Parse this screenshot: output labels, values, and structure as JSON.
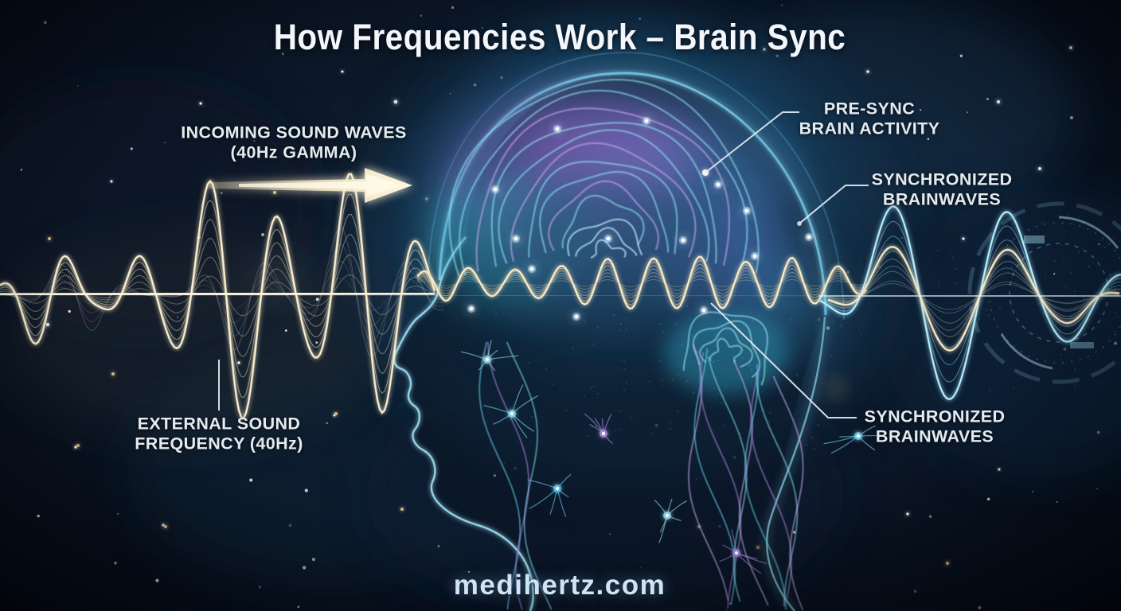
{
  "page": {
    "title": "How Frequencies Work – Brain Sync",
    "watermark": "medihertz.com"
  },
  "labels": {
    "incoming_sound_waves": {
      "line1": "INCOMING SOUND WAVES",
      "line2": "(40Hz GAMMA)"
    },
    "pre_sync_brain_activity": {
      "line1": "PRE-SYNC",
      "line2": "BRAIN ACTIVITY"
    },
    "synchronized_brainwaves_top": {
      "line1": "SYNCHRONIZED",
      "line2": "BRAINWAVES"
    },
    "synchronized_brainwaves_bottom": {
      "line1": "SYNCHRONIZED",
      "line2": "BRAINWAVES"
    },
    "external_sound_frequency": {
      "line1": "EXTERNAL SOUND",
      "line2": "FREQUENCY (40Hz)"
    }
  },
  "icons": {
    "arrow": "arrow-right-icon",
    "hud": "hud-circle"
  },
  "colors": {
    "background": "#060b14",
    "wave_gold": "#f0e2bd",
    "wave_cyan": "#8fd6ee",
    "brain_cyan": "#4fc3e8",
    "brain_purple": "#a07fd8",
    "label_text": "#e3eaf0",
    "title_text": "#f3f6fa",
    "watermark_text": "#cfe4f5"
  }
}
